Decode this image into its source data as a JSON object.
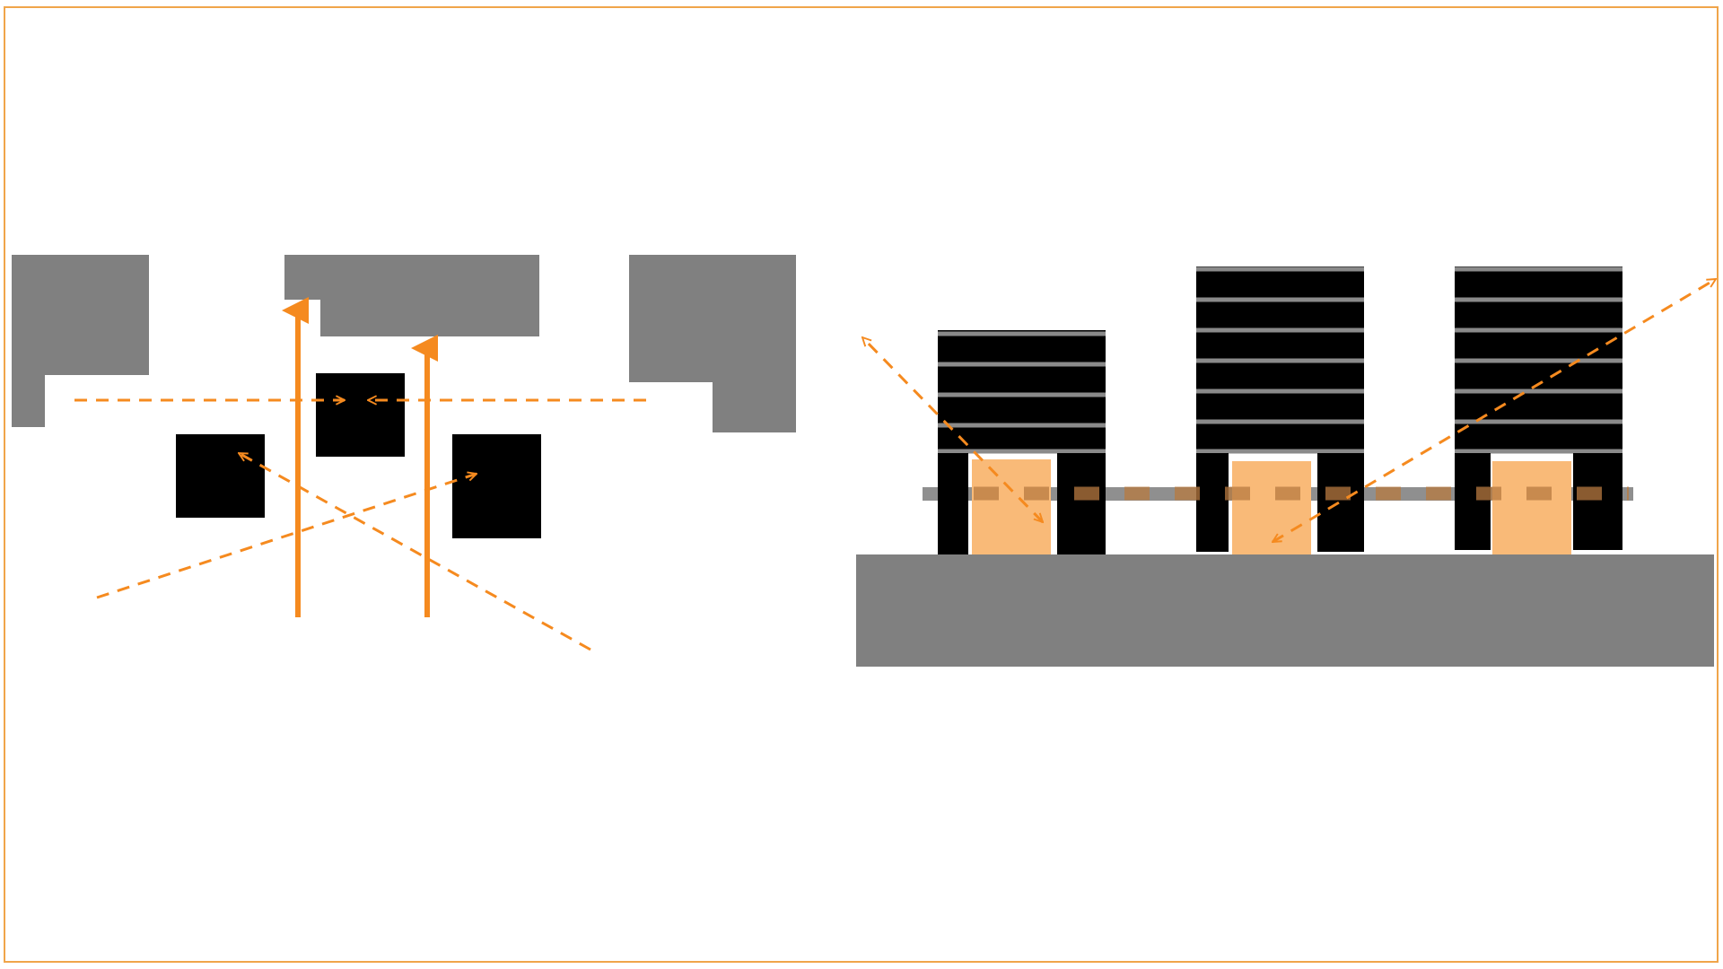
{
  "colors": {
    "background": "#ffffff",
    "frame": "#f0a54a",
    "wall": "#808080",
    "object": "#000000",
    "arrow": "#f58a1f",
    "highlight": "#f9ba78",
    "slit": "#8f8f8f"
  },
  "panels": [
    {
      "name": "plan-view",
      "shapes": [
        "wall-block",
        "wall-block",
        "wall-block",
        "object-block",
        "object-block",
        "object-block"
      ],
      "arrows": [
        "solid-arrow",
        "solid-arrow",
        "dashed-arrow",
        "dashed-arrow",
        "dashed-arrow",
        "dashed-arrow"
      ]
    },
    {
      "name": "section-view",
      "shapes": [
        "stack",
        "stack",
        "stack",
        "base",
        "bar"
      ],
      "arrows": [
        "dashed-arrow",
        "dashed-arrow"
      ]
    }
  ]
}
